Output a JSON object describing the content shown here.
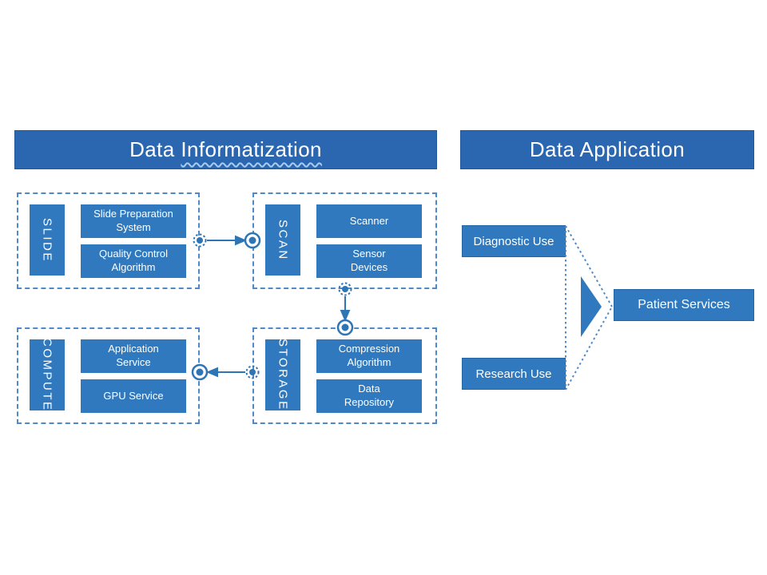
{
  "headers": {
    "informatization_word1": "Data",
    "informatization_word2": "Informatization",
    "application": "Data Application"
  },
  "groups": {
    "slide": {
      "label": "SLIDE",
      "items": [
        "Slide Preparation\nSystem",
        "Quality Control\nAlgorithm"
      ]
    },
    "scan": {
      "label": "SCAN",
      "items": [
        "Scanner",
        "Sensor\nDevices"
      ]
    },
    "compute": {
      "label": "COMPUTE",
      "items": [
        "Application\nService",
        "GPU Service"
      ]
    },
    "storage": {
      "label": "STORAGE",
      "items": [
        "Compression\nAlgorithm",
        "Data\nRepository"
      ]
    }
  },
  "application": {
    "diagnostic": "Diagnostic Use",
    "research": "Research Use",
    "target": "Patient Services"
  },
  "icons": {
    "connection_point": "ring-circle-with-dot-icon",
    "anchor_point": "dashed-circle-with-dot-icon",
    "flow_arrow": "arrow-icon",
    "funnel": "right-pointing-triangle-icon"
  },
  "colors": {
    "banner_blue": "#2b67b1",
    "box_blue": "#3079be",
    "dashed_border_blue": "#4e8ac9",
    "connector_blue": "#2e75b6",
    "squiggle_blue": "#a9cdf0",
    "text_white": "#ffffff",
    "background": "#ffffff"
  }
}
